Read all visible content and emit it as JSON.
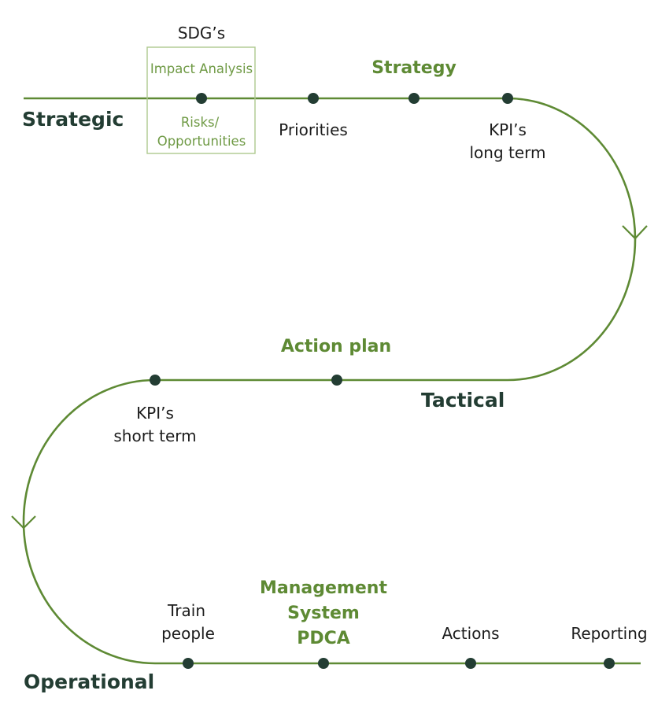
{
  "levels": {
    "strategic": "Strategic",
    "tactical": "Tactical",
    "operational": "Operational"
  },
  "phases": {
    "strategy": "Strategy",
    "action_plan": "Action plan",
    "management_system": [
      "Management",
      "System",
      "PDCA"
    ]
  },
  "strategic_box": {
    "above": "SDG’s",
    "top": "Impact Analysis",
    "bottom": [
      "Risks/",
      "Opportunities"
    ]
  },
  "steps": {
    "priorities": "Priorities",
    "kpi_long": [
      "KPI’s",
      "long term"
    ],
    "kpi_short": [
      "KPI’s",
      "short term"
    ],
    "train_people": [
      "Train",
      "people"
    ],
    "actions": "Actions",
    "reporting": "Reporting"
  },
  "colors": {
    "path_green": "#5e8a34",
    "dark_green": "#233d33",
    "box_green": "#aec98f"
  }
}
